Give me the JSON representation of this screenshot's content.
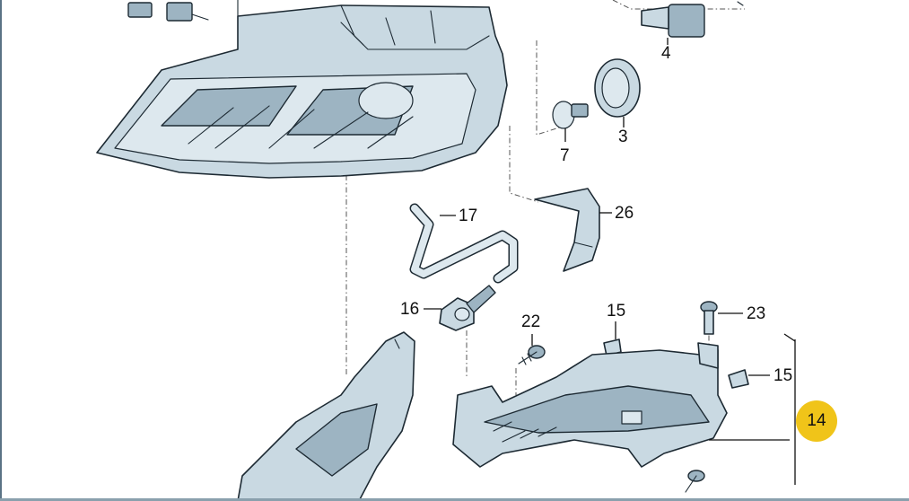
{
  "diagram": {
    "callouts": {
      "c4": "4",
      "c3": "3",
      "c7": "7",
      "c26": "26",
      "c17": "17",
      "c16": "16",
      "c22": "22",
      "c15a": "15",
      "c23": "23",
      "c15b": "15",
      "c14": "14"
    },
    "highlight_color": "#f0c419",
    "part_color": "#c9d9e2",
    "outline_color": "#1d2a33"
  }
}
